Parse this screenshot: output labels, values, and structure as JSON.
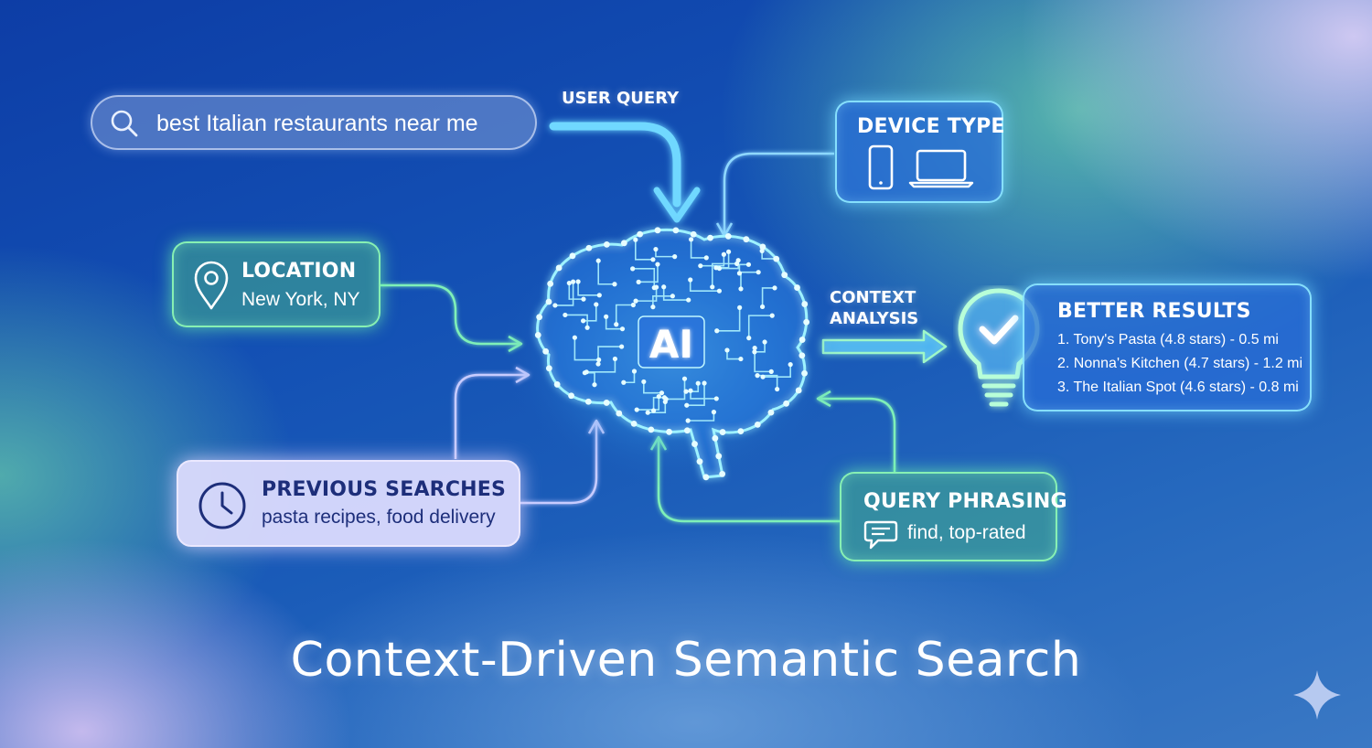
{
  "title": "Context-Driven Semantic Search",
  "search": {
    "query": "best Italian restaurants near me",
    "icon": "search-icon"
  },
  "flow_labels": {
    "user_query": "USER QUERY",
    "context_analysis": [
      "CONTEXT",
      "ANALYSIS"
    ]
  },
  "core": {
    "label": "AI",
    "icon": "circuit-brain-icon"
  },
  "inputs": {
    "device_type": {
      "title": "DEVICE TYPE",
      "icons": [
        "smartphone-icon",
        "laptop-icon"
      ]
    },
    "location": {
      "title": "LOCATION",
      "value": "New York, NY",
      "icon": "location-pin-icon"
    },
    "previous_searches": {
      "title": "PREVIOUS SEARCHES",
      "value": "pasta recipes, food delivery",
      "icon": "clock-icon"
    },
    "query_phrasing": {
      "title": "QUERY PHRASING",
      "value": "find, top-rated",
      "icon": "chat-bubble-icon"
    }
  },
  "results": {
    "title": "BETTER RESULTS",
    "icon": "lightbulb-check-icon",
    "items": [
      "1. Tony's Pasta (4.8 stars) - 0.5 mi",
      "2. Nonna's Kitchen (4.7 stars) - 1.2 mi",
      "3. The Italian Spot (4.6 stars) - 0.8 mi"
    ]
  },
  "colors": {
    "accent_green": "#8ef5b4",
    "accent_cyan": "#8ce6ff",
    "background": "#1350b4"
  }
}
